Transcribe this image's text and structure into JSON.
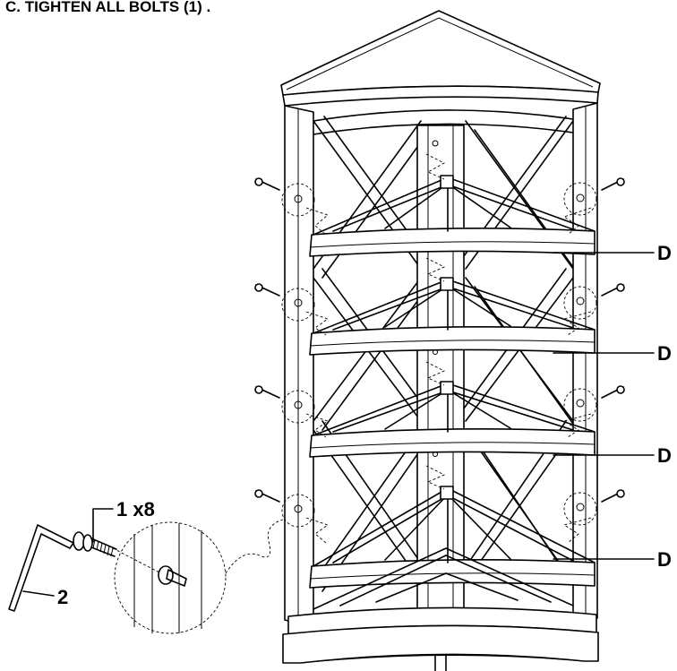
{
  "instruction": {
    "step_text": "C. TIGHTEN ALL BOLTS (1) ."
  },
  "callouts": {
    "bolt": "1 x8",
    "allen_key": "2",
    "shelf_1": "D",
    "shelf_2": "D",
    "shelf_3": "D",
    "shelf_4": "D"
  }
}
